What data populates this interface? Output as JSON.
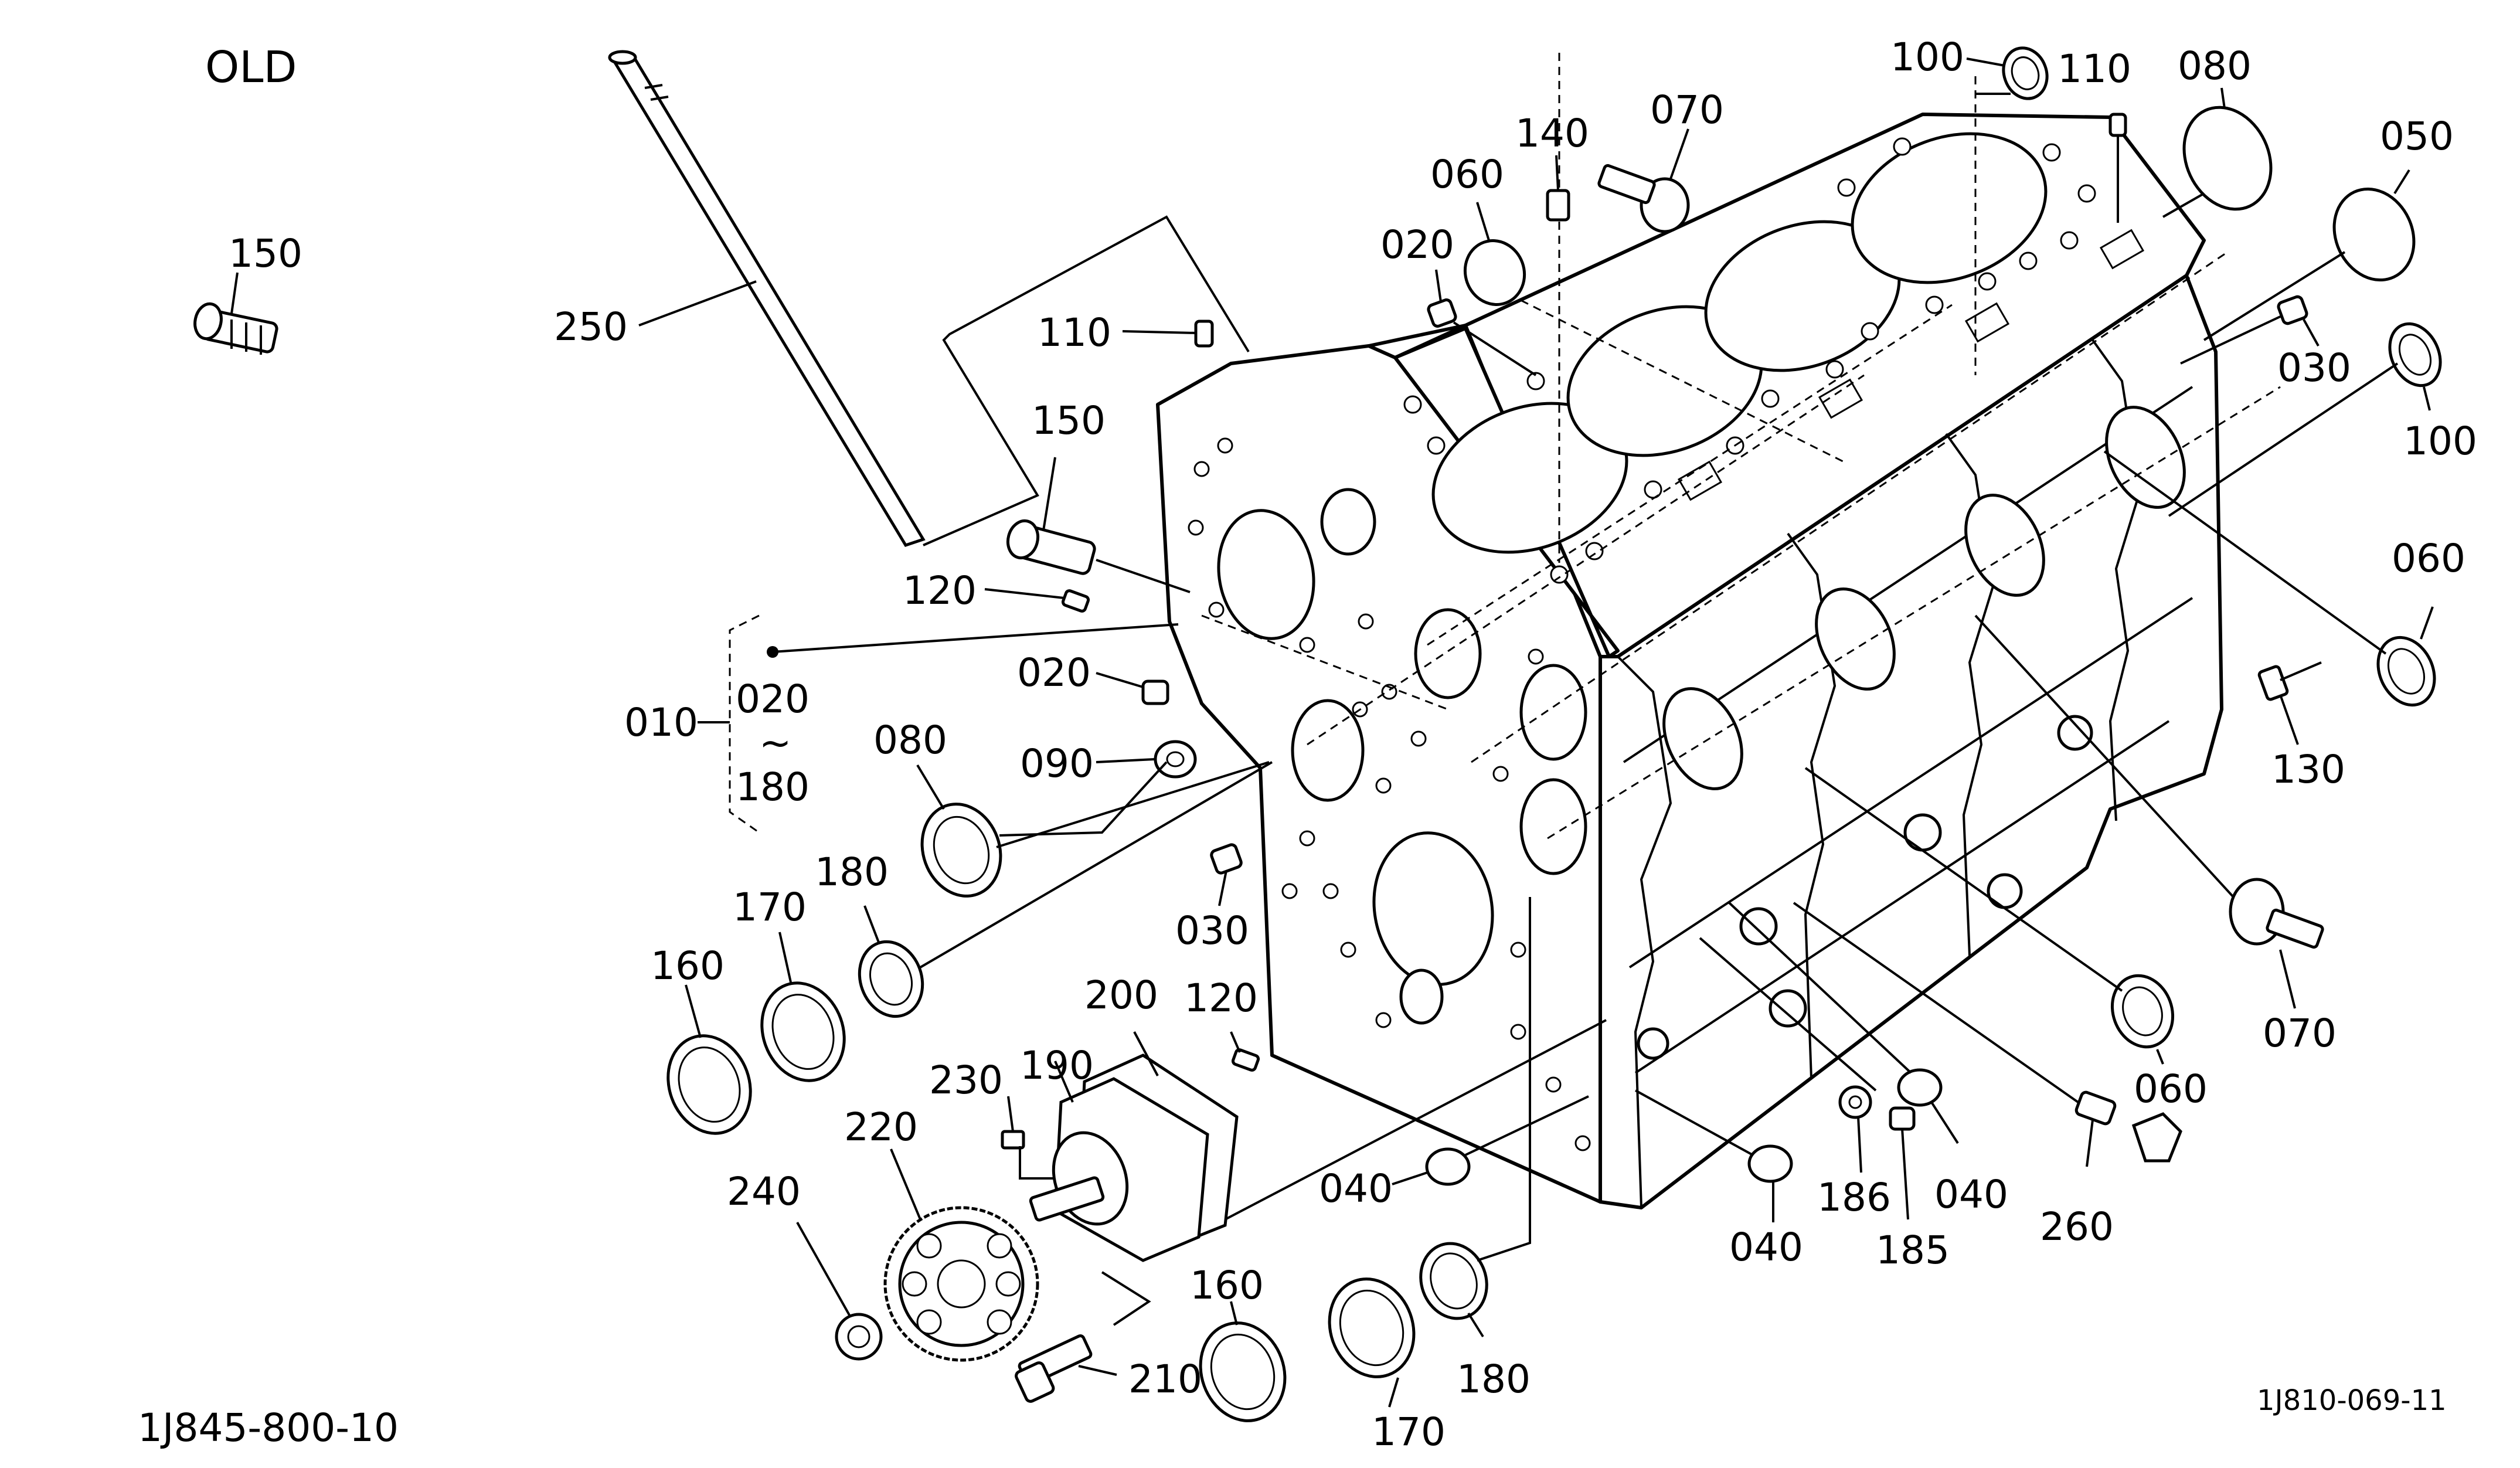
{
  "header": {
    "title": "OLD"
  },
  "footer": {
    "left_code": "1J845-800-10",
    "right_code": "1J810-069-11"
  },
  "group_label": {
    "number": "010",
    "range_from": "020",
    "range_sep": "~",
    "range_to": "180"
  },
  "labels": [
    {
      "id": "p150-old",
      "text": "150"
    },
    {
      "id": "p250",
      "text": "250"
    },
    {
      "id": "p110-left",
      "text": "110"
    },
    {
      "id": "p150",
      "text": "150"
    },
    {
      "id": "p120-top",
      "text": "120"
    },
    {
      "id": "p020-left",
      "text": "020"
    },
    {
      "id": "p090",
      "text": "090"
    },
    {
      "id": "p080-left",
      "text": "080"
    },
    {
      "id": "p180-top",
      "text": "180"
    },
    {
      "id": "p170-top",
      "text": "170"
    },
    {
      "id": "p160-top",
      "text": "160"
    },
    {
      "id": "p030-bottom",
      "text": "030"
    },
    {
      "id": "p120-bottom",
      "text": "120"
    },
    {
      "id": "p200",
      "text": "200"
    },
    {
      "id": "p190",
      "text": "190"
    },
    {
      "id": "p230",
      "text": "230"
    },
    {
      "id": "p220",
      "text": "220"
    },
    {
      "id": "p240",
      "text": "240"
    },
    {
      "id": "p210",
      "text": "210"
    },
    {
      "id": "p160-bottom",
      "text": "160"
    },
    {
      "id": "p170-bottom",
      "text": "170"
    },
    {
      "id": "p180-bottom",
      "text": "180"
    },
    {
      "id": "p040-left",
      "text": "040"
    },
    {
      "id": "p040-mid",
      "text": "040"
    },
    {
      "id": "p186",
      "text": "186"
    },
    {
      "id": "p185",
      "text": "185"
    },
    {
      "id": "p040-right",
      "text": "040"
    },
    {
      "id": "p260",
      "text": "260"
    },
    {
      "id": "p060-bottom",
      "text": "060"
    },
    {
      "id": "p070-bottom",
      "text": "070"
    },
    {
      "id": "p130",
      "text": "130"
    },
    {
      "id": "p060-right",
      "text": "060"
    },
    {
      "id": "p100-right",
      "text": "100"
    },
    {
      "id": "p030-right",
      "text": "030"
    },
    {
      "id": "p050",
      "text": "050"
    },
    {
      "id": "p080-top",
      "text": "080"
    },
    {
      "id": "p110-top",
      "text": "110"
    },
    {
      "id": "p100-top",
      "text": "100"
    },
    {
      "id": "p070-top",
      "text": "070"
    },
    {
      "id": "p140",
      "text": "140"
    },
    {
      "id": "p060-top",
      "text": "060"
    },
    {
      "id": "p020-top",
      "text": "020"
    }
  ]
}
